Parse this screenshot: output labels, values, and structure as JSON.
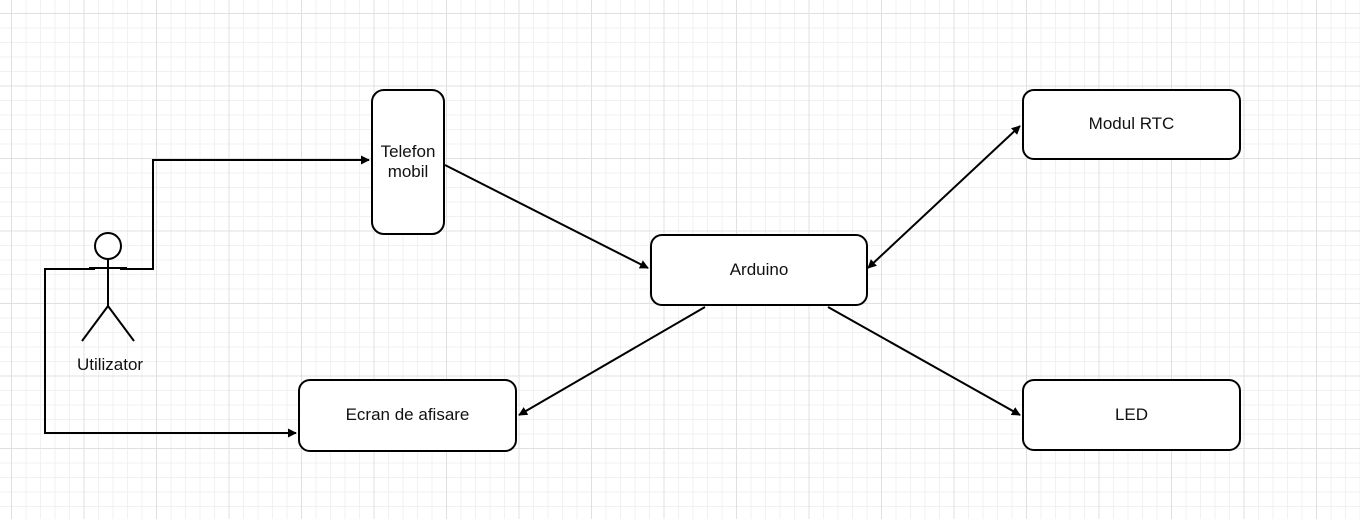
{
  "diagram": {
    "nodes": {
      "telefon": "Telefon mobil",
      "arduino": "Arduino",
      "rtc": "Modul RTC",
      "led": "LED",
      "ecran": "Ecran de afisare"
    },
    "actor": {
      "label": "Utilizator",
      "icon": "stick-figure-icon"
    },
    "edges": [
      {
        "from": "Utilizator",
        "to": "Telefon mobil",
        "direction": "forward"
      },
      {
        "from": "Utilizator",
        "to": "Ecran de afisare",
        "direction": "forward"
      },
      {
        "from": "Telefon mobil",
        "to": "Arduino",
        "direction": "forward"
      },
      {
        "from": "Arduino",
        "to": "Modul RTC",
        "direction": "both"
      },
      {
        "from": "Arduino",
        "to": "LED",
        "direction": "forward"
      },
      {
        "from": "Arduino",
        "to": "Ecran de afisare",
        "direction": "forward"
      }
    ],
    "colors": {
      "stroke": "#000000",
      "node_fill": "#ffffff",
      "grid_major": "#e0e0e0",
      "grid_minor": "#f1f1f1"
    }
  }
}
